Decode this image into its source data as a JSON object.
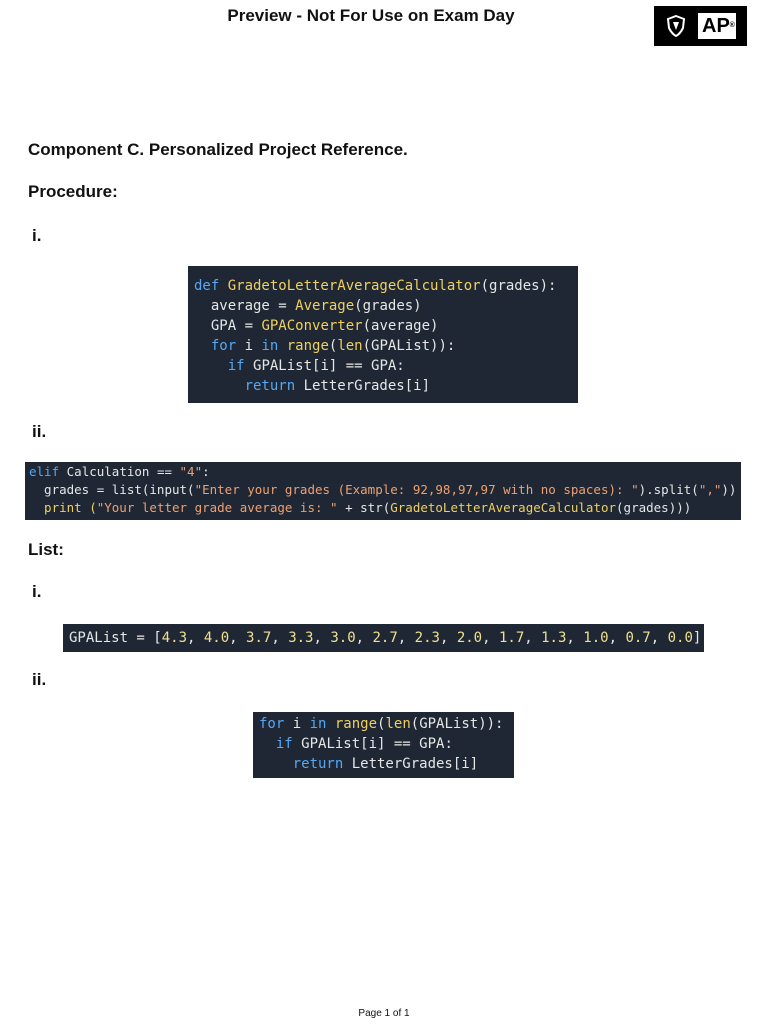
{
  "header": {
    "title": "Preview - Not For Use on Exam Day",
    "logo_text": "AP",
    "logo_mark": "®"
  },
  "section_title": "Component C. Personalized Project Reference.",
  "procedure": {
    "heading": "Procedure:",
    "item1_label": "i.",
    "item2_label": "ii.",
    "code1": [
      [
        "def ",
        "GradetoLetterAverageCalculator",
        "(grades):"
      ],
      [
        "  average = ",
        "Average",
        "(grades)"
      ],
      [
        "  GPA = ",
        "GPAConverter",
        "(average)"
      ],
      [
        "  for ",
        "i",
        " in ",
        "range",
        "(",
        "len",
        "(GPAList)):"
      ],
      [
        "    if ",
        "GPAList[i] == GPA:"
      ],
      [
        "      return ",
        "LetterGrades[i]"
      ]
    ],
    "code2": [
      [
        "elif ",
        "Calculation == ",
        "\"4\"",
        ":"
      ],
      [
        "  grades = list(input(",
        "\"Enter your grades (Example: 92,98,97,97 with no spaces): \"",
        ").split(",
        "\",\"",
        "))"
      ],
      [
        "  print (",
        "\"Your letter grade average is: \"",
        " + str(",
        "GradetoLetterAverageCalculator",
        "(grades)))"
      ]
    ]
  },
  "list": {
    "heading": "List:",
    "item1_label": "i.",
    "item2_label": "ii.",
    "gpa_prefix": "GPAList = [",
    "gpa_values": [
      "4.3",
      "4.0",
      "3.7",
      "3.3",
      "3.0",
      "2.7",
      "2.3",
      "2.0",
      "1.7",
      "1.3",
      "1.0",
      "0.7",
      "0.0"
    ],
    "gpa_suffix": "]",
    "code3": [
      [
        "for ",
        "i",
        " in ",
        "range",
        "(",
        "len",
        "(GPAList)):"
      ],
      [
        "  if ",
        "GPAList[i] == GPA:"
      ],
      [
        "    return ",
        "LetterGrades[i]"
      ]
    ]
  },
  "footer": "Page 1 of 1"
}
